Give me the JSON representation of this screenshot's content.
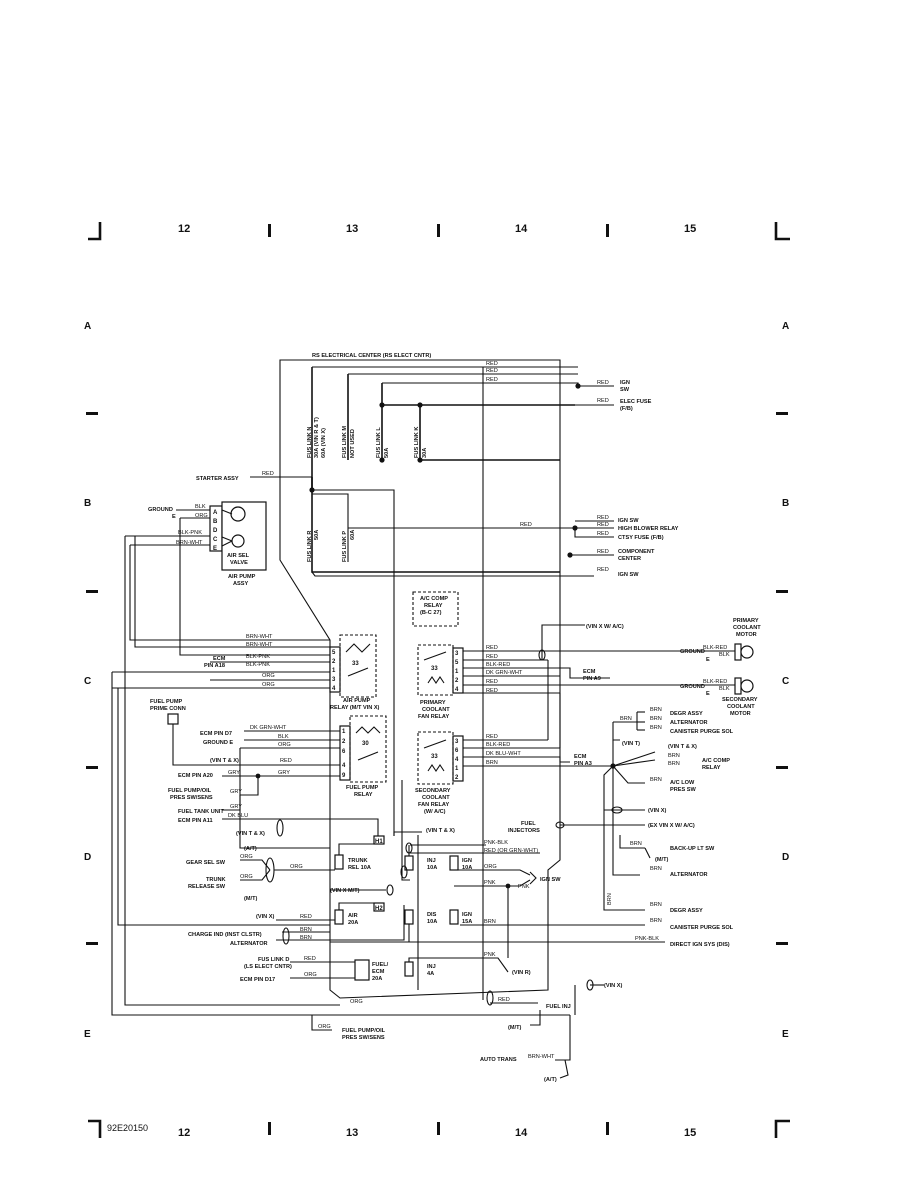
{
  "grid": {
    "columns": [
      "12",
      "13",
      "14",
      "15"
    ],
    "rows": [
      "A",
      "B",
      "C",
      "D",
      "E"
    ],
    "code": "92E20150"
  },
  "rs_center": {
    "title": "RS ELECTRICAL CENTER (RS ELECT CNTR)",
    "fuses": [
      {
        "label": "FUS LINK N",
        "rating": "30A (VIN R & T)",
        "rating2": "60A (VIN X)"
      },
      {
        "label": "FUS LINK M",
        "rating": "NOT USED"
      },
      {
        "label": "FUS LINK L",
        "rating": "50A"
      },
      {
        "label": "FUS LINK K",
        "rating": "30A"
      },
      {
        "label": "FUS LINK R",
        "rating": "50A"
      },
      {
        "label": "FUS LINK P",
        "rating": "60A"
      }
    ]
  },
  "air_pump": {
    "pins": [
      "A",
      "B",
      "D",
      "C",
      "E"
    ],
    "label_valve": "AIR SEL",
    "label_valve2": "VALVE",
    "label_assy": "AIR PUMP",
    "label_assy2": "ASSY",
    "ground": "GROUND",
    "ground_pin": "E",
    "wires": [
      "BLK",
      "ORG",
      "BLK-PNK",
      "BRN-WHT"
    ]
  },
  "relays": {
    "ac_comp": {
      "line1": "A/C COMP",
      "line2": "RELAY",
      "line3": "(B-C 27)"
    },
    "air_pump": {
      "line1": "AIR PUMP",
      "line2": "RELAY (M/T VIN X)",
      "pins": [
        "5",
        "2",
        "1",
        "3",
        "4"
      ],
      "mark": "33"
    },
    "fuel_pump": {
      "line1": "FUEL PUMP",
      "line2": "RELAY",
      "pins": [
        "1",
        "2",
        "6",
        "4",
        "9"
      ],
      "mark": "30"
    },
    "primary_fan": {
      "line1": "PRIMARY",
      "line2": "COOLANT",
      "line3": "FAN RELAY",
      "pins": [
        "3",
        "5",
        "1",
        "2",
        "4"
      ],
      "mark": "33"
    },
    "secondary_fan": {
      "line1": "SECONDARY",
      "line2": "COOLANT",
      "line3": "FAN RELAY",
      "line4": "(W/ A/C)",
      "pins": [
        "3",
        "6",
        "4",
        "1",
        "2"
      ],
      "mark": "33"
    }
  },
  "fuses_bottom": [
    {
      "name": "TRUNK",
      "sub": "REL 10A"
    },
    {
      "name": "INJ",
      "sub": "10A"
    },
    {
      "name": "IGN",
      "sub": "10A"
    },
    {
      "name": "AIR",
      "sub": "20A"
    },
    {
      "name": "DIS",
      "sub": "10A"
    },
    {
      "name": "IGN",
      "sub": "15A"
    },
    {
      "name": "FUEL/",
      "sub": "ECM",
      "sub2": "20A"
    },
    {
      "name": "INJ",
      "sub": "4A"
    }
  ],
  "markers": {
    "h1": "H1",
    "h2": "H2"
  },
  "wire_labels": {
    "red": "RED",
    "blk": "BLK",
    "org": "ORG",
    "brn": "BRN",
    "pnk": "PNK",
    "gry": "GRY",
    "brn_wht": "BRN-WHT",
    "blk_pnk": "BLK-PNK",
    "blk_red": "BLK-RED",
    "dk_grn_wht": "DK GRN-WHT",
    "dk_blu_wht": "DK BLU-WHT",
    "dk_blu": "DK BLU",
    "dk_grn_wht2": "DK GRN-WHT",
    "pnk_blk": "PNK-BLK",
    "red_or_grn_wht": "RED (OR GRN-WHT)"
  },
  "labels": {
    "ign_sw_top": "IGN",
    "ign_sw_top2": "SW",
    "elec_fuse": "ELEC FUSE",
    "elec_fuse2": "(F/B)",
    "starter_assy": "STARTER ASSY",
    "ign_sw": "IGN SW",
    "high_blower": "HIGH BLOWER RELAY",
    "ctsy_fuse": "CTSY FUSE (F/B)",
    "component": "COMPONENT",
    "component2": "CENTER",
    "ign_sw2": "IGN SW",
    "vin_x_ac": "(VIN X W/ A/C)",
    "primary_motor": "PRIMARY",
    "primary_motor2": "COOLANT",
    "primary_motor3": "MOTOR",
    "secondary_motor": "SECONDARY",
    "secondary_motor2": "COOLANT",
    "secondary_motor3": "MOTOR",
    "ground_e": "GROUND",
    "pin_e": "E",
    "ecm_pin_a9": "ECM",
    "ecm_pin_a9b": "PIN A9",
    "ecm_pin_a3": "ECM",
    "ecm_pin_a3b": "PIN A3",
    "ecm_a18": "ECM",
    "ecm_a18b": "PIN A18",
    "degr_assy": "DEGR ASSY",
    "alternator": "ALTERNATOR",
    "canister": "CANISTER PURGE SOL",
    "vin_t": "(VIN T)",
    "vin_t_x": "(VIN T & X)",
    "ac_comp_relay": "A/C COMP",
    "ac_comp_relay2": "RELAY",
    "ac_low": "A/C LOW",
    "ac_low2": "PRES SW",
    "vin_x": "(VIN X)",
    "ex_vin_x": "(EX VIN X W/ A/C)",
    "backup_lt": "BACK-UP LT SW",
    "mt": "(M/T)",
    "alternator2": "ALTERNATOR",
    "degr_assy2": "DEGR ASSY",
    "canister2": "CANISTER PURGE SOL",
    "direct_ign": "DIRECT IGN SYS (DIS)",
    "fuel_pump_prime": "FUEL PUMP",
    "fuel_pump_prime2": "PRIME CONN",
    "ecm_d7": "ECM PIN D7",
    "ground_e2": "GROUND E",
    "vin_t_x2": "(VIN T & X)",
    "ecm_a20": "ECM PIN A20",
    "fuel_pump_oil": "FUEL PUMP/OIL",
    "fuel_pump_oil2": "PRES SW/SENS",
    "fuel_tank": "FUEL TANK UNIT",
    "ecm_a11": "ECM PIN A11",
    "vin_t_x3": "(VIN T & X)",
    "at": "(A/T)",
    "gear_sel": "GEAR SEL SW",
    "trunk_rel": "TRUNK",
    "trunk_rel2": "RELEASE SW",
    "mt2": "(M/T)",
    "vin_x_mt": "(VIN X M/T)",
    "vin_x2": "(VIN X)",
    "charge_ind": "CHARGE IND (INST CLSTR)",
    "alternator3": "ALTERNATOR",
    "fus_link_d": "FUS LINK D",
    "fus_link_d2": "(LS ELECT CNTR)",
    "ecm_d17": "ECM PIN D17",
    "vin_t_x4": "(VIN T & X)",
    "fuel_inj": "FUEL",
    "fuel_inj2": "INJECTORS",
    "ign_sw3": "IGN SW",
    "vin_r": "(VIN R)",
    "fuel_inj3": "FUEL INJ",
    "mt3": "(M/T)",
    "vin_x3": "(VIN X)",
    "fuel_pump_oil3": "FUEL PUMP/OIL",
    "fuel_pump_oil4": "PRES SW/SENS",
    "auto_trans": "AUTO TRANS",
    "at2": "(A/T)"
  }
}
